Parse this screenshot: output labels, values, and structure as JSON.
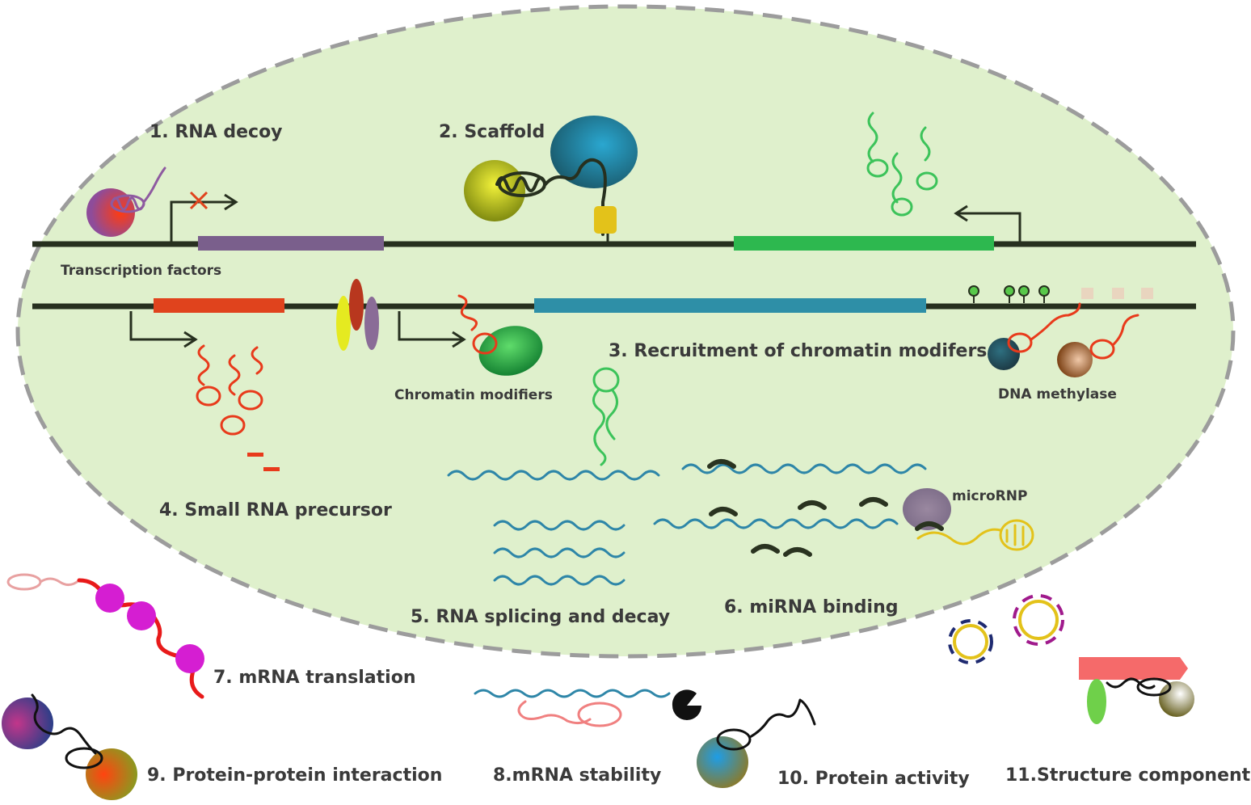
{
  "labels": {
    "rna_decoy": "1. RNA decoy",
    "scaffold": "2. Scaffold",
    "chromatin_recruit": "3. Recruitment of chromatin modifers",
    "small_rna": "4. Small RNA precursor",
    "splicing_decay": "5. RNA splicing and decay",
    "mirna_binding": "6. miRNA binding",
    "translation": "7. mRNA translation",
    "stability": "8.mRNA stability",
    "ppi": "9. Protein-protein interaction",
    "protein_activity": "10. Protein activity",
    "structure": "11.Structure component",
    "transcription_factors": "Transcription factors",
    "chromatin_modifiers": "Chromatin modifiers",
    "dna_methylase": "DNA methylase",
    "micrornp": "microRNP"
  },
  "colors": {
    "cell_fill": "#dff0cc",
    "cell_border": "#9c9c9c",
    "dna": "#27301f",
    "purple_gene": "#7a5f8c",
    "green_gene": "#2db84f",
    "red_gene": "#e0431d",
    "blue_gene": "#2e8fa7",
    "lncrna_red": "#e83a1b",
    "lncrna_green": "#3cc35a",
    "mrna_blue": "#2e86a8",
    "yellow_rna": "#e3c21a",
    "magenta": "#d51ed2"
  }
}
